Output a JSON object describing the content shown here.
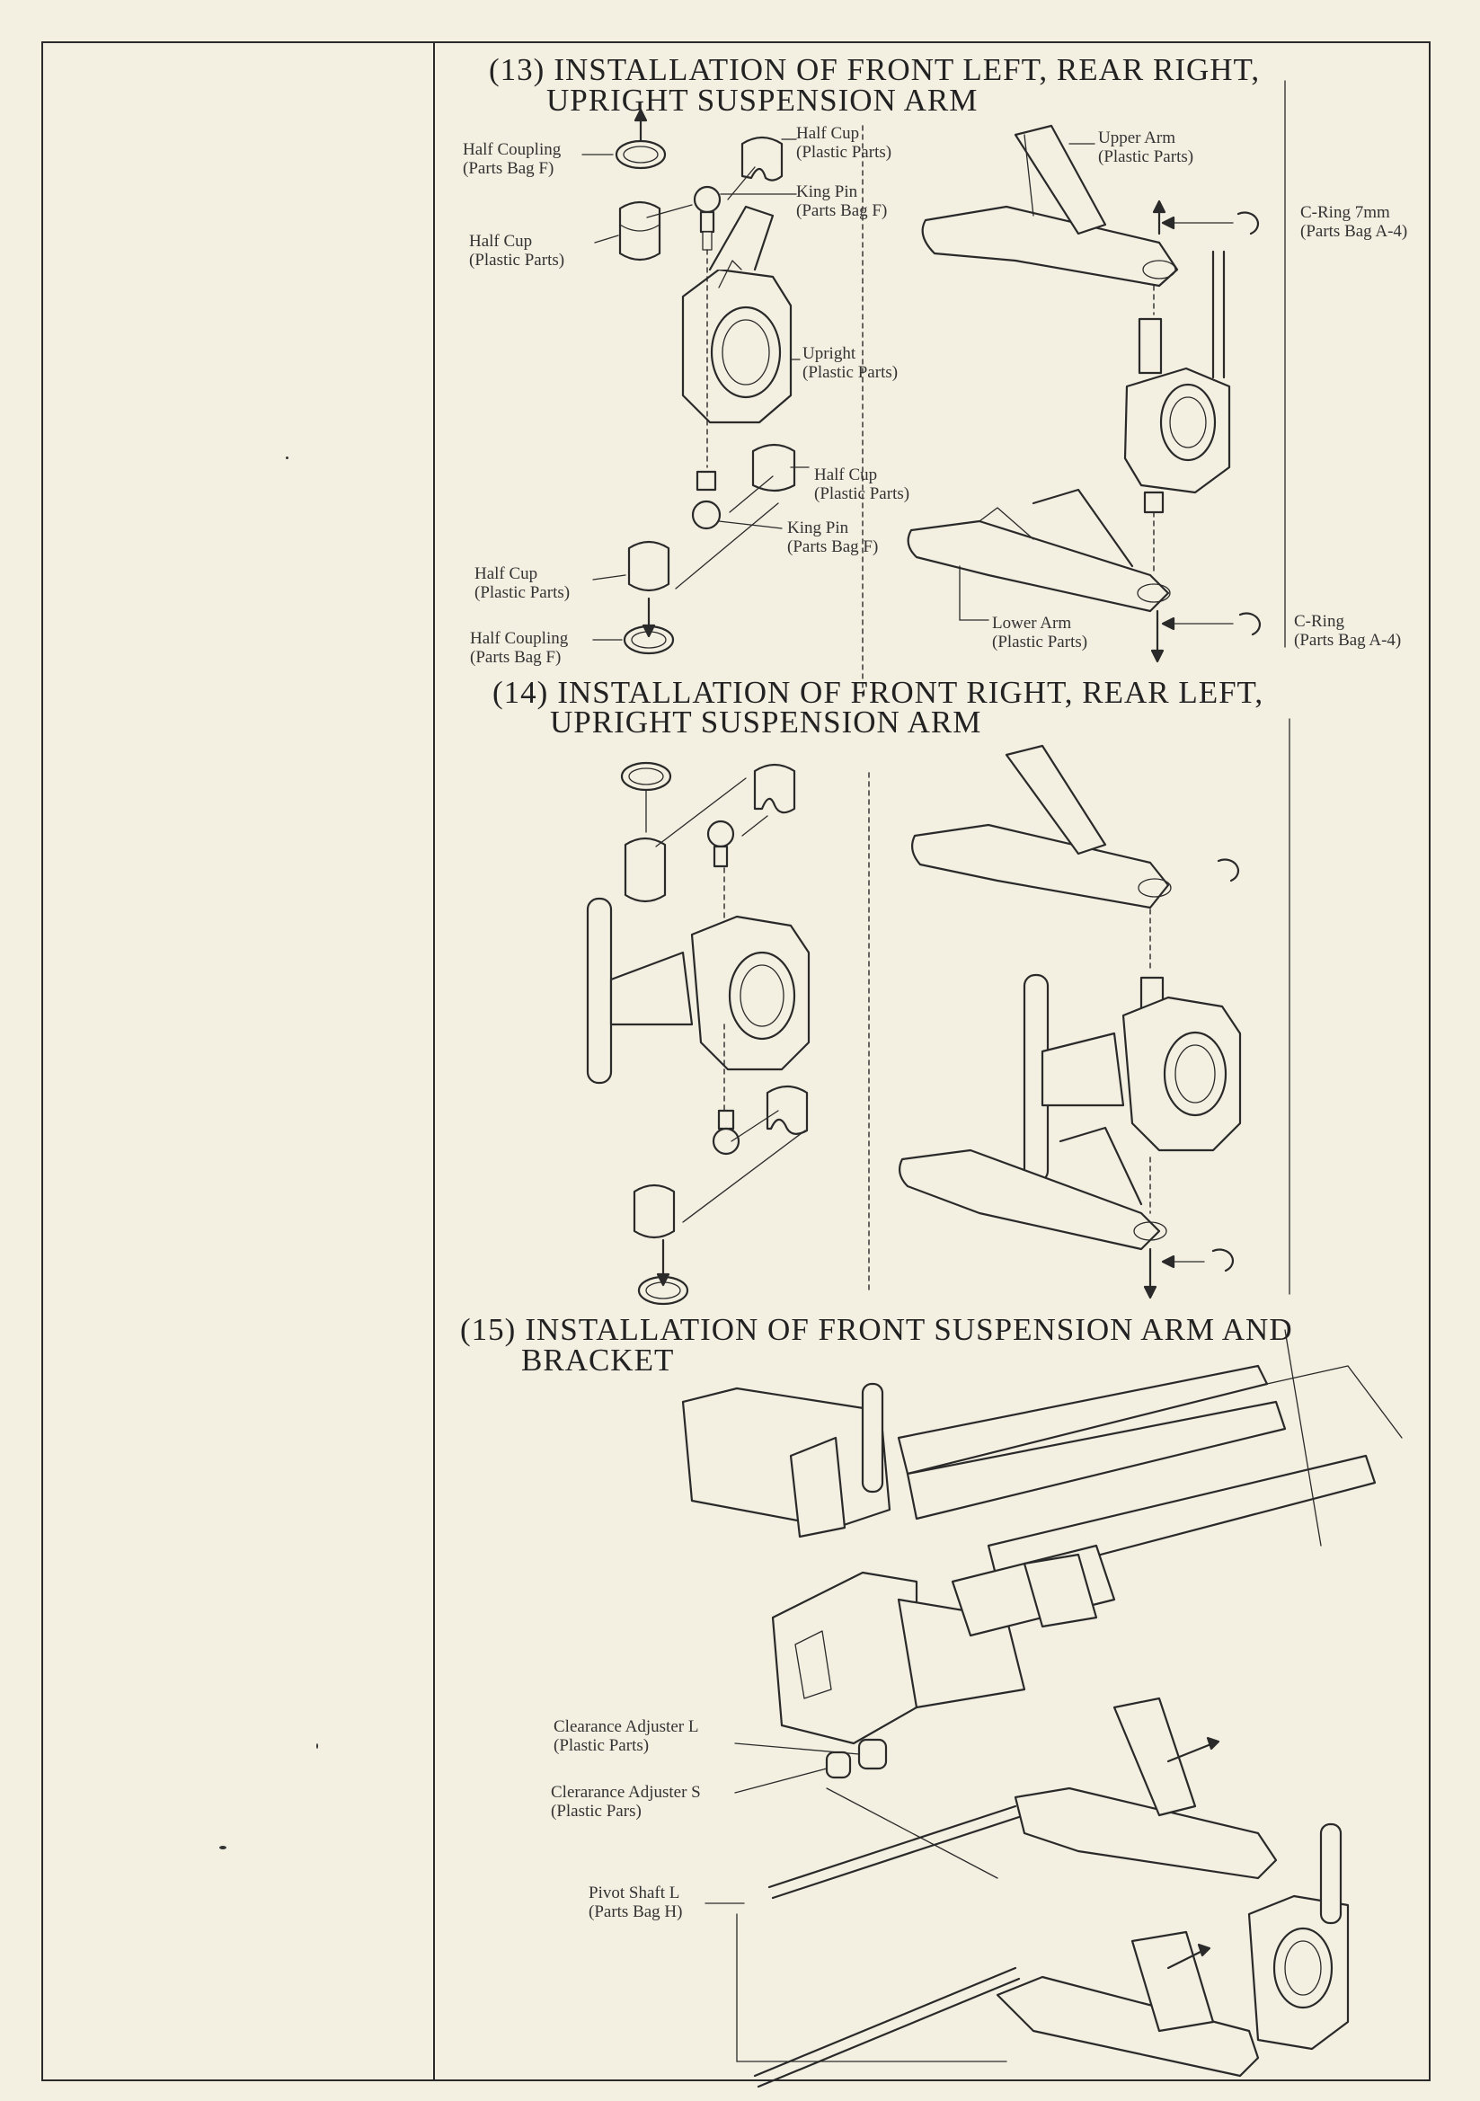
{
  "sections": [
    {
      "number": "(13)",
      "title_line1": "INSTALLATION OF FRONT LEFT, REAR RIGHT,",
      "title_line2": "UPRIGHT SUSPENSION ARM",
      "labels": [
        {
          "name": "Half Coupling",
          "source": "(Parts Bag F)"
        },
        {
          "name": "Half Cup",
          "source": "(Plastic Parts)"
        },
        {
          "name": "Half Cup",
          "source": "(Plastic Parts)"
        },
        {
          "name": "King Pin",
          "source": "(Parts Bag F)"
        },
        {
          "name": "Upright",
          "source": "(Plastic Parts)"
        },
        {
          "name": "Half Cup",
          "source": "(Plastic Parts)"
        },
        {
          "name": "King Pin",
          "source": "(Parts Bag F)"
        },
        {
          "name": "Half Cup",
          "source": "(Plastic Parts)"
        },
        {
          "name": "Half Coupling",
          "source": "(Parts Bag F)"
        },
        {
          "name": "Upper Arm",
          "source": "(Plastic Parts)"
        },
        {
          "name": "C-Ring 7mm",
          "source": "(Parts Bag A-4)"
        },
        {
          "name": "Lower Arm",
          "source": "(Plastic Parts)"
        },
        {
          "name": "C-Ring",
          "source": "(Parts Bag A-4)"
        }
      ]
    },
    {
      "number": "(14)",
      "title_line1": "INSTALLATION OF FRONT RIGHT, REAR LEFT,",
      "title_line2": "UPRIGHT SUSPENSION ARM"
    },
    {
      "number": "(15)",
      "title_line1": "INSTALLATION OF FRONT SUSPENSION ARM AND",
      "title_line2": "BRACKET",
      "labels": [
        {
          "name": "Clearance Adjuster L",
          "source": "(Plastic Parts)"
        },
        {
          "name": "Clerarance Adjuster S",
          "source": "(Plastic Pars)"
        },
        {
          "name": "Pivot Shaft L",
          "source": "(Parts Bag H)"
        }
      ]
    }
  ]
}
